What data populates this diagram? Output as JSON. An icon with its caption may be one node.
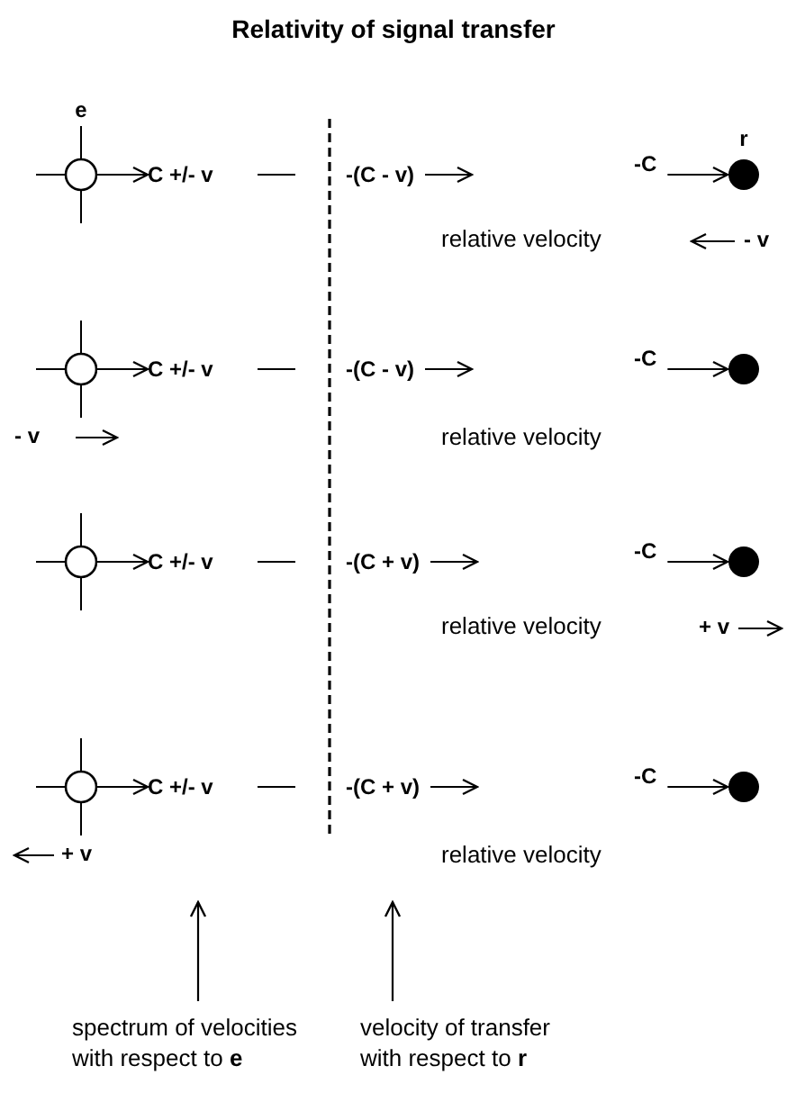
{
  "diagram": {
    "title": "Relativity of signal transfer",
    "nodes": [
      {
        "text": [
          "e"
        ]
      },
      {
        "text": [
          "C +/- v"
        ]
      },
      {
        "text": [
          "-(C - v)"
        ]
      },
      {
        "text": [
          "-C"
        ]
      },
      {
        "text": [
          "r"
        ]
      },
      {
        "text": [],
        "shape": "circle"
      },
      {
        "text": [
          "C +/- v"
        ]
      },
      {
        "text": [
          "-(C - v)"
        ]
      },
      {
        "text": [
          "-C"
        ]
      },
      {
        "text": [],
        "shape": "circle"
      },
      {
        "text": [],
        "shape": "circle"
      },
      {
        "text": [
          "C +/- v"
        ]
      },
      {
        "text": [
          "-(C + v)"
        ]
      },
      {
        "text": [
          "-C"
        ]
      },
      {
        "text": [],
        "shape": "circle"
      },
      {
        "text": [],
        "shape": "circle"
      },
      {
        "text": [
          "C +/- v"
        ]
      },
      {
        "text": [
          "-(C + v)"
        ]
      },
      {
        "text": [
          "-C"
        ]
      },
      {
        "text": [],
        "shape": "circle"
      },
      {
        "text": [
          "spectrum of velocities with respect to **e**"
        ]
      },
      {
        "text": [
          "velocity of transfer with respect to **r**"
        ]
      }
    ],
    "edges": [
      {
        "from": 0,
        "to": 1,
        "arrow": "to"
      },
      {
        "from": 2,
        "to": null,
        "arrow": "to"
      },
      {
        "from": 3,
        "to": 4,
        "arrow": "to"
      },
      {
        "from": 5,
        "to": 6,
        "arrow": "to"
      },
      {
        "from": 7,
        "to": null,
        "arrow": "to"
      },
      {
        "from": 8,
        "to": 9,
        "arrow": "to"
      },
      {
        "from": 10,
        "to": 11,
        "arrow": "to"
      },
      {
        "from": 12,
        "to": null,
        "arrow": "to"
      },
      {
        "from": 13,
        "to": 14,
        "arrow": "to"
      },
      {
        "from": 15,
        "to": 16,
        "arrow": "to"
      },
      {
        "from": 17,
        "to": null,
        "arrow": "to"
      },
      {
        "from": 18,
        "to": 19,
        "arrow": "to"
      },
      {
        "from": 20,
        "to": null,
        "arrow": "to"
      },
      {
        "from": 21,
        "to": null,
        "arrow": "to"
      }
    ],
    "labels": [
      "relative velocity",
      "- v",
      "- v",
      "relative velocity",
      "relative velocity",
      "+ v",
      "+ v",
      "relative velocity"
    ]
  }
}
